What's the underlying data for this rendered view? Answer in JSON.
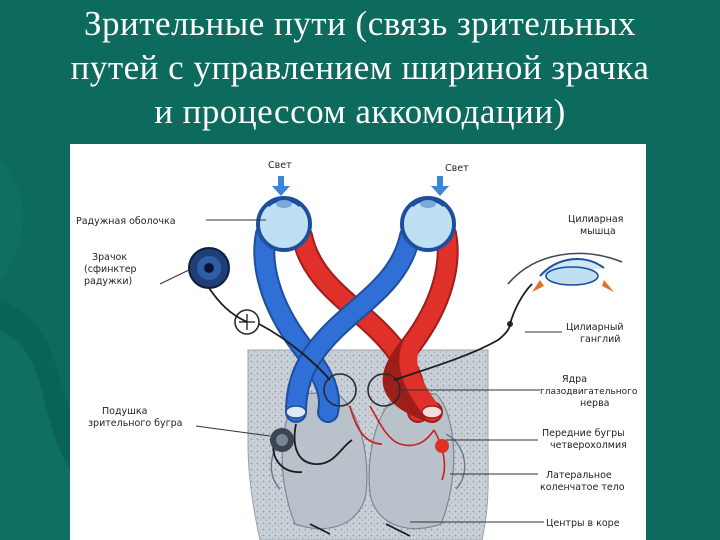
{
  "slide": {
    "title_lines": [
      "Зрительные пути (связь зрительных",
      "путей с управлением шириной зрачка",
      "и процессом аккомодации)"
    ]
  },
  "diagram": {
    "labels": {
      "light_left": "Свет",
      "light_right": "Свет",
      "iris": "Радужная оболочка",
      "pupil_1": "Зрачок",
      "pupil_2": "(сфинктер",
      "pupil_3": "радужки)",
      "ciliary_muscle_1": "Цилиарная",
      "ciliary_muscle_2": "мышца",
      "ciliary_ganglion_1": "Цилиарный",
      "ciliary_ganglion_2": "ганглий",
      "oculomotor_1": "Ядра",
      "oculomotor_2": "глазодвигательного",
      "oculomotor_3": "нерва",
      "pulvinar_1": "Подушка",
      "pulvinar_2": "зрительного бугра",
      "superior_colliculi_1": "Передние бугры",
      "superior_colliculi_2": "четверохолмия",
      "lgn_1": "Латеральное",
      "lgn_2": "коленчатое тело",
      "cortex": "Центры в коре"
    },
    "colors": {
      "left_path": "#2f6fd6",
      "right_path": "#e0302a",
      "brain_fill": "#c6cdd6",
      "eyeball": "#bfe0f2",
      "slide_bg": "#0d6b5e"
    }
  }
}
